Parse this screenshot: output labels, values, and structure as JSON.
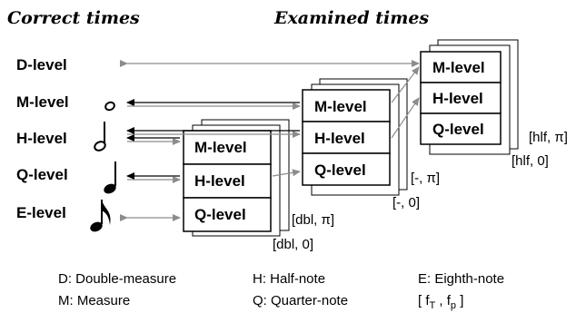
{
  "headers": {
    "correct": "Correct times",
    "examined": "Examined times"
  },
  "levels": [
    "D-level",
    "M-level",
    "H-level",
    "Q-level",
    "E-level"
  ],
  "stack_right": {
    "boxes": [
      "M-level",
      "H-level",
      "Q-level"
    ],
    "param_pi": "[hlf, π]",
    "param_zero": "[hlf, 0]"
  },
  "stack_middle": {
    "boxes": [
      "M-level",
      "H-level",
      "Q-level"
    ],
    "param_pi": "[-, π]",
    "param_zero": "[-, 0]"
  },
  "stack_left": {
    "boxes": [
      "M-level",
      "H-level",
      "Q-level"
    ],
    "param_pi": "[dbl, π]",
    "param_zero": "[dbl, 0]"
  },
  "legend": {
    "d": "D:  Double-measure",
    "m": "M:  Measure",
    "h": "H:  Half-note",
    "q": "Q:  Quarter-note",
    "e": "E:  Eighth-note",
    "f_prefix": "[ f",
    "f_t": "T",
    "f_mid": " , f",
    "f_p": "p",
    "f_suffix": " ]"
  },
  "colors": {
    "gray_arrow": "#8c8c8c",
    "black": "#000000"
  }
}
